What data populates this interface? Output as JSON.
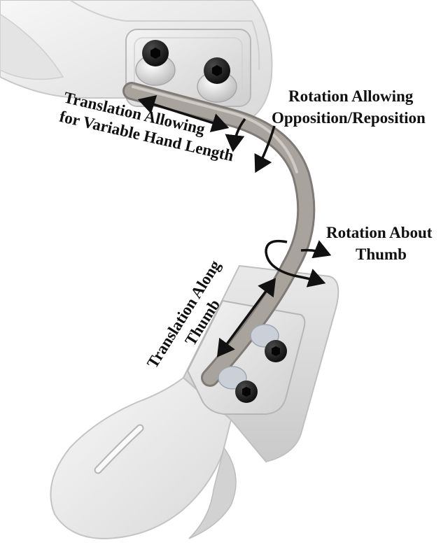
{
  "colors": {
    "background": "#ffffff",
    "shell_light": "#f1f1f1",
    "shell_mid": "#dcdcdc",
    "shell_edge": "#bdbdbd",
    "rod": "#a9a39d",
    "rod_dark": "#7f7a75",
    "screw": "#1c1c1c",
    "arrow": "#111111",
    "text": "#111111"
  },
  "labels": {
    "translation_hand": [
      "Translation Allowing",
      "for Variable Hand Length"
    ],
    "rotation_opposition": [
      "Rotation Allowing",
      "Opposition/Reposition"
    ],
    "rotation_thumb": [
      "Rotation About",
      "Thumb"
    ],
    "translation_thumb": [
      "Translation Along",
      "Thumb"
    ]
  },
  "icons": {
    "screw": "hex-socket-screw-icon",
    "double_arrow": "double-headed-arrow-icon",
    "rotation_arrow": "curved-rotation-arrow-icon"
  }
}
